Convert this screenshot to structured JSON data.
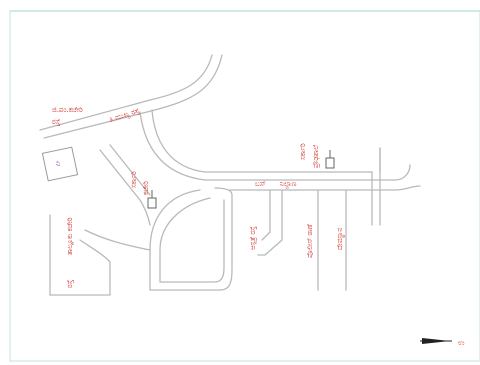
{
  "map": {
    "labels": {
      "top_left_line1": "ಜಿ.ಪಂ.ಕಚೇರಿ",
      "top_left_line2": "ರಸ್ತೆ",
      "main_road": "ತಿ.ಮುಖ್ಯ ರಸ್ತೆ",
      "mid_road_a": "ಸರ್ಕಾರಿ",
      "mid_road_b": "ಕಚೇರಿ",
      "right_top_a": "ಸರ್ಕಾರಿ",
      "right_top_b": "ಪ್ರೌಢಶಾಲೆ",
      "right_road_a": "ಬಸ್",
      "right_road_b": "ನಿಲ್ದಾಣ",
      "center_vert": "ಆಸ್ಪತ್ರೆ ರಸ್ತೆ",
      "right_vert": "ಪೊಲೀಸ್ ಠಾಣೆ",
      "far_right_vert": "ದೇವಸ್ಥಾನ",
      "left_vert": "ತಾಲ್ಲೂಕು ಕಚೇರಿ",
      "left_vert2": "ರಸ್ತೆ",
      "plot_label": "ನಿ"
    },
    "north_arrow": {
      "symbol": "→",
      "label": "ಉ"
    },
    "icons": [
      "building-icon",
      "tower-icon",
      "north-arrow-icon"
    ]
  }
}
